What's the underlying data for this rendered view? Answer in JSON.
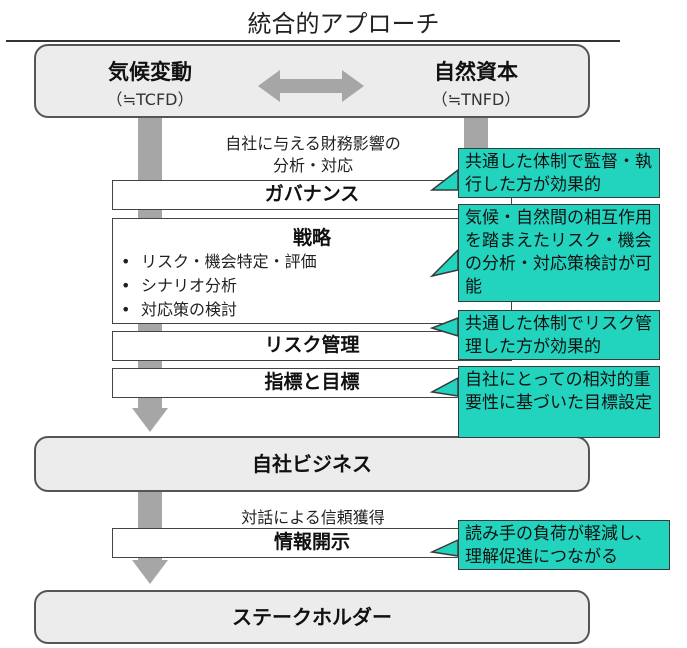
{
  "title": "統合的アプローチ",
  "top_box": {
    "left": {
      "name": "気候変動",
      "sub": "（≒TCFD）"
    },
    "right": {
      "name": "自然資本",
      "sub": "（≒TNFD）"
    }
  },
  "impact_text": {
    "line1": "自社に与える財務影響の",
    "line2": "分析・対応"
  },
  "items": {
    "governance": "ガバナンス",
    "strategy": {
      "title": "戦略",
      "bullets": [
        "リスク・機会特定・評価",
        "シナリオ分析",
        "対応策の検討"
      ]
    },
    "risk": "リスク管理",
    "metrics": "指標と目標"
  },
  "business_box": "自社ビジネス",
  "dialogue_text": "対話による信頼獲得",
  "disclosure": "情報開示",
  "stakeholder_box": "ステークホルダー",
  "callouts": [
    {
      "text": "共通した体制で監督・執行した方が効果的"
    },
    {
      "text": "気候・自然間の相互作用を踏まえたリスク・機会の分析・対応策検討が可能"
    },
    {
      "text": "共通した体制でリスク管理した方が効果的"
    },
    {
      "text": "自社にとっての相対的重要性に基づいた目標設定"
    },
    {
      "text": "読み手の負荷が軽減し、理解促進につながる"
    }
  ],
  "colors": {
    "callout": "#22d3be",
    "arrow_gray": "#a6a6a6",
    "box_fill": "#ececec"
  }
}
